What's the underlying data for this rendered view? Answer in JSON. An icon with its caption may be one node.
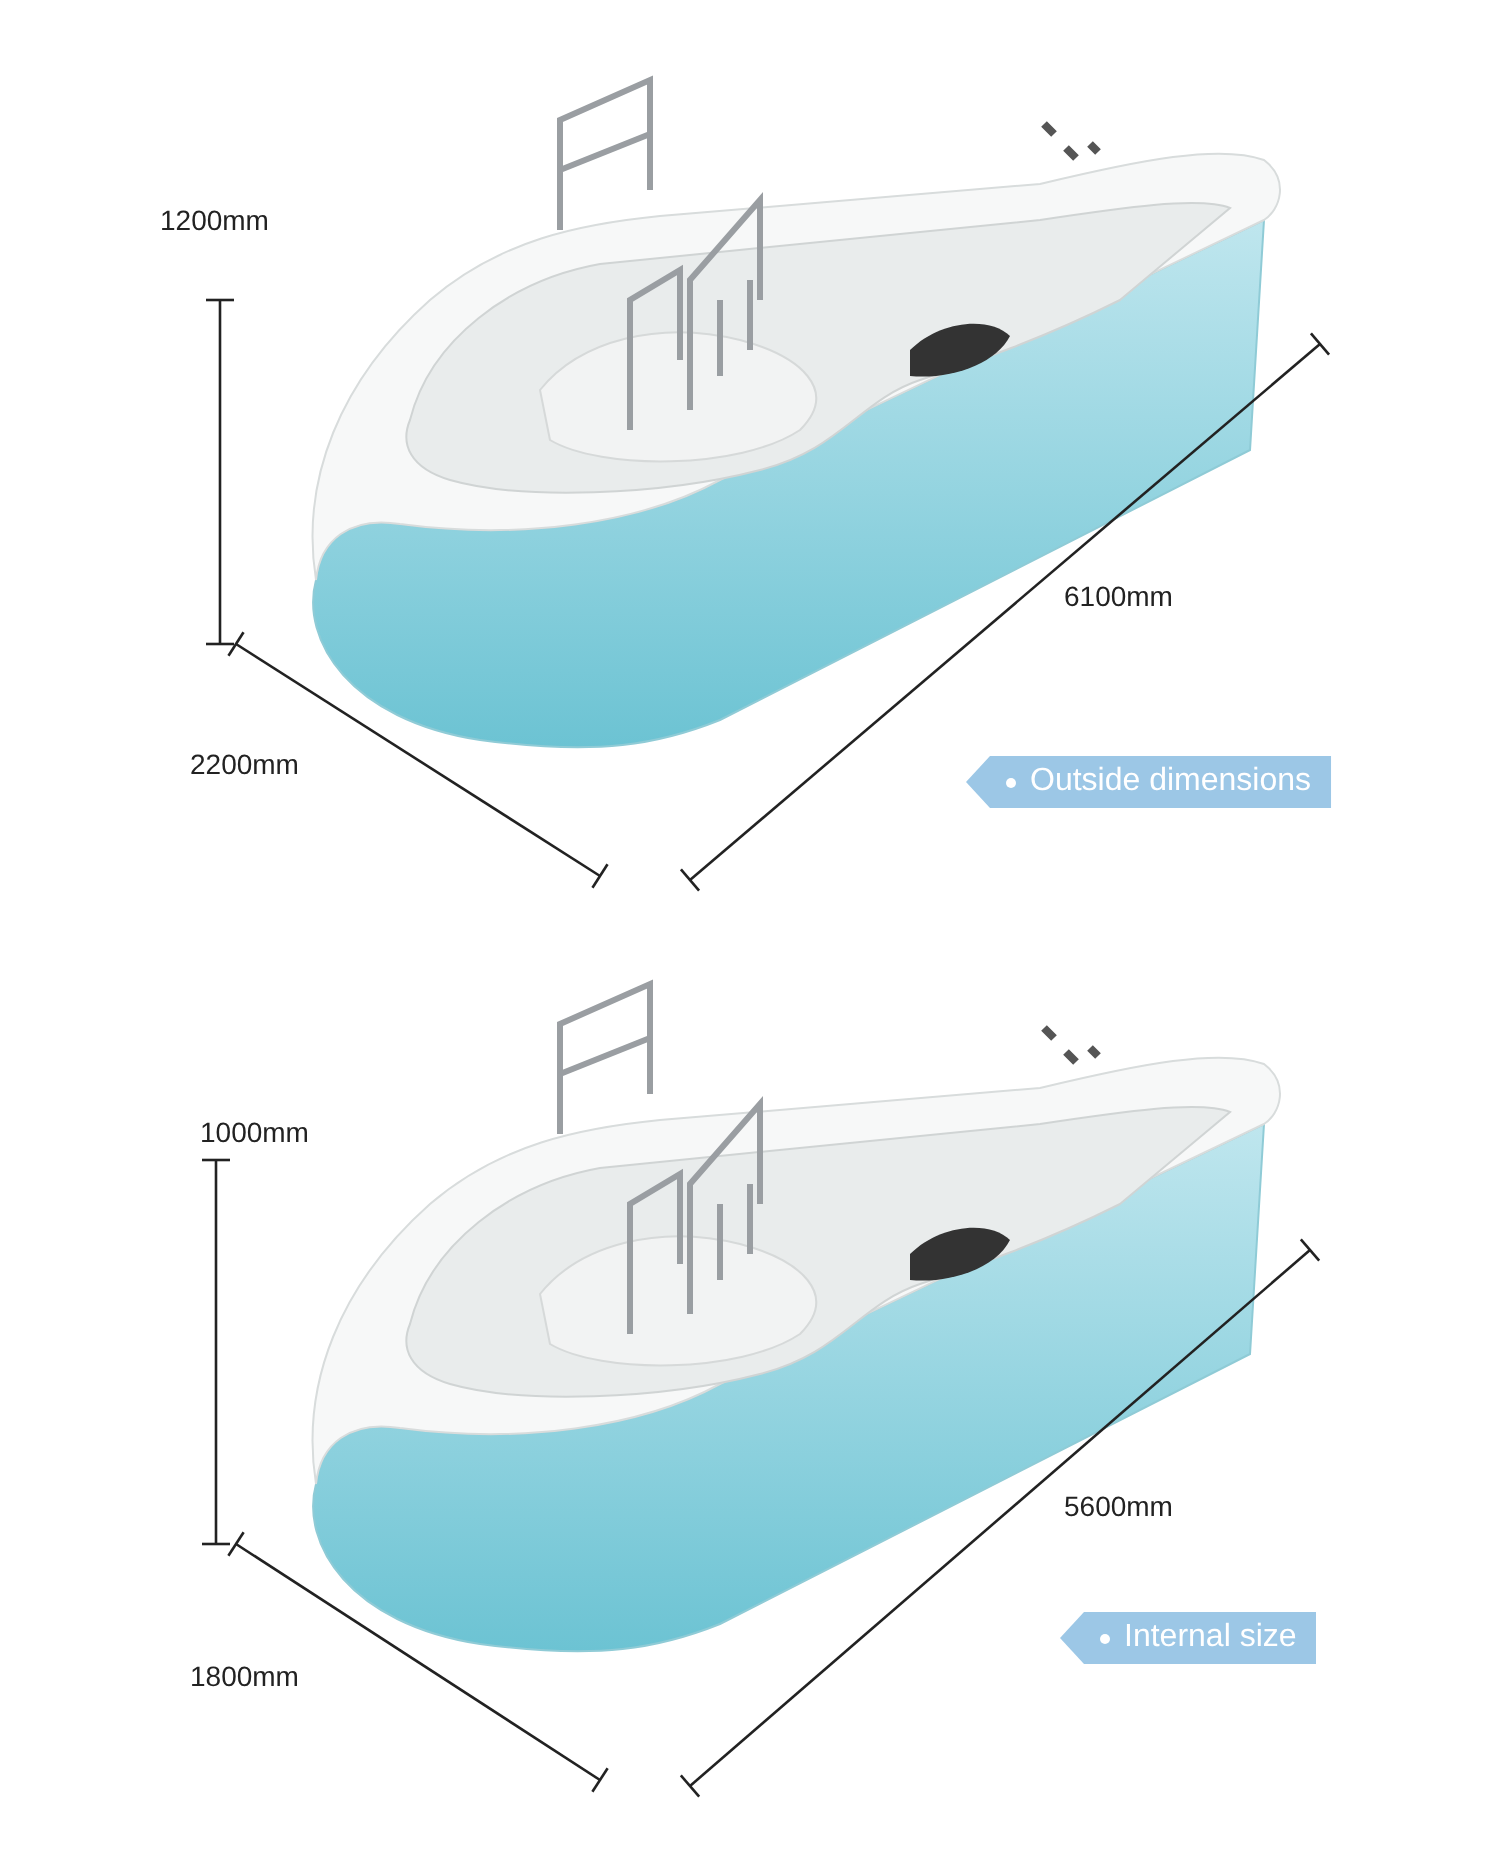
{
  "diagram": {
    "labels": [
      "1200mm",
      "6100mm",
      "2200mm",
      "Outside dimensions",
      "1000mm",
      "5600mm",
      "1800mm",
      "Internal size"
    ]
  }
}
